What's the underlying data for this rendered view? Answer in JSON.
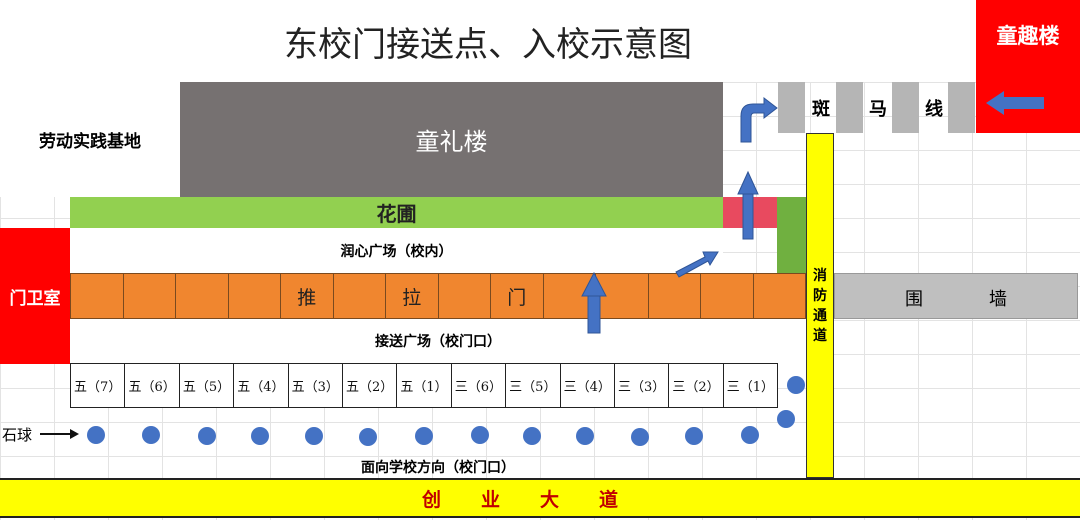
{
  "title": "东校门接送点、入校示意图",
  "labels": {
    "labor_base": "劳动实践基地",
    "tongli": "童礼楼",
    "tongqu": "童趣楼",
    "garden": "花圃",
    "runxin": "润心广场（校内）",
    "guard": "门卫室",
    "pickup": "接送广场（校门口）",
    "facing": "面向学校方向（校门口）",
    "road": "创业大道",
    "fire_lane": "消防通道",
    "wall_a": "围",
    "wall_b": "墙",
    "stone": "石球",
    "zebra": [
      "斑",
      "马",
      "线"
    ]
  },
  "door": [
    "",
    "",
    "",
    "",
    "推",
    "",
    "拉",
    "",
    "门",
    "",
    "",
    "",
    "",
    ""
  ],
  "classes": [
    "五（7）",
    "五（6）",
    "五（5）",
    "五（4）",
    "五（3）",
    "五（2）",
    "五（1）",
    "三（6）",
    "三（5）",
    "三（4）",
    "三（3）",
    "三（2）",
    "三（1）"
  ],
  "colors": {
    "tongli": "#767171",
    "garden": "#92d050",
    "red": "#ff0000",
    "door": "#f0862f",
    "yellow": "#ffff00",
    "arrow": "#4472c4",
    "wall": "#bfbfbf",
    "pink": "#e84a5f",
    "green_block": "#70b040"
  }
}
